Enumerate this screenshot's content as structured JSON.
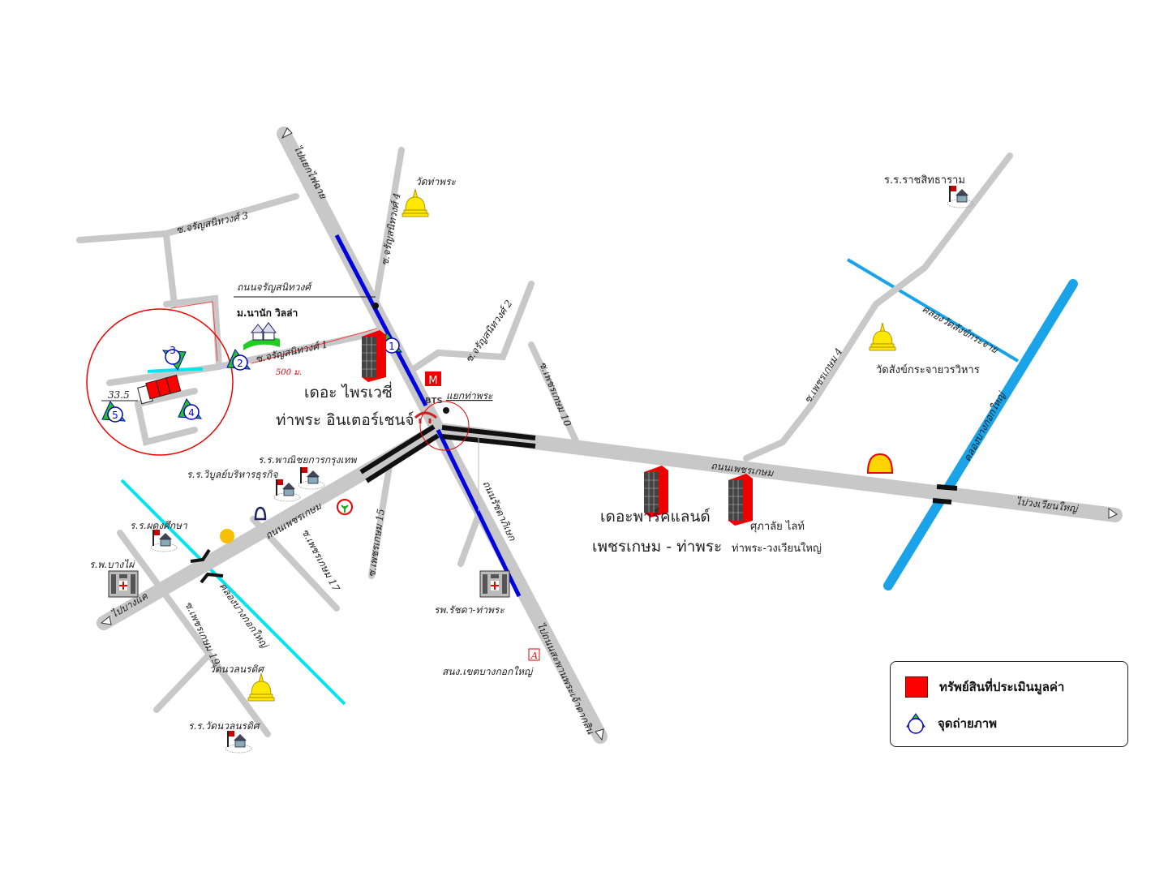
{
  "roads": {
    "charansanitwong_road": "ถนนจรัญสนิทวงศ์",
    "to_faichai": "ไปแยกไฟฉาย",
    "soi_3": "ซ.จรัญสนิทวงศ์ 3",
    "soi_4": "ซ.จรัญสนิทวงศ์ 4",
    "soi_2": "ซ.จรัญสนิทวงศ์ 2",
    "soi_1": "ซ.จรัญสนิทวงศ์ 1",
    "distance": "500 ม.",
    "frontage": "33.5",
    "phetkasem_road": "ถนนเพชรเกษม",
    "phetkasem_road_2": "ถนนเพชรเกษม",
    "phetkasem_10": "ซ.เพชรเกษม 10",
    "phetkasem_4": "ซ.เพชรเกษม 4",
    "phetkasem_15": "ซ.เพชรเกษม 15",
    "phetkasem_17": "ซ.เพชรเกษม 17",
    "phetkasem_19": "ซ.เพชรเกษม 19",
    "ratchadaphisek": "ถนนรัชดาภิเษก",
    "to_bangkhae": "ไปบางแค",
    "to_wongwian_yai": "ไปวงเวียนใหญ่",
    "to_tha_phra_bridge": "ไปถนนสะพานพระเจ้าตากสิน",
    "tha_phra_junction": "แยกท่าพระ"
  },
  "canals": {
    "bangkok_yai_left": "คลองบางกอกใหญ่",
    "bangkok_yai_right": "คลองบางกอกใหญ่",
    "wat_sangkrajai": "คลองวัดสังข์กระจาย"
  },
  "places": {
    "wat_tha_phra": "วัดท่าพระ",
    "nanak_villa": "ม.นานัก วิลล่า",
    "privacy_line1": "เดอะ ไพรเวซี่",
    "privacy_line2": "ท่าพระ อินเตอร์เชนจ์",
    "bts": "BTS",
    "school_ratchasittharam": "ร.ร.ราชสิทธาราม",
    "wat_sangkrajai": "วัดสังข์กระจายวรวิหาร",
    "parkland_line1": "เดอะพาร์คแลนด์",
    "parkland_line2": "เพชรเกษม - ท่าพระ",
    "supalai_line1": "ศุภาลัย ไลท์",
    "supalai_line2": "ท่าพระ-วงเวียนใหญ่",
    "school_phanitchayakan": "ร.ร.พาณิชยการกรุงเทพ",
    "school_wipoon": "ร.ร.วิบูลย์บริหารธุรกิจ",
    "school_phadoem": "ร.ร.ผดุงศึกษา",
    "hospital_bangphai": "ร.พ.บางไผ่",
    "hospital_ratchada": "รพ.รัชดา-ท่าพระ",
    "district_office_mark": "A",
    "district_office": "สนง.เขตบางกอกใหญ่",
    "wat_nuannoradit": "วัดนวลนรดิศ",
    "school_nuannoradit": "ร.ร.วัดนวลนรดิศ"
  },
  "photo_points": [
    "1",
    "2",
    "3",
    "4",
    "5"
  ],
  "legend": {
    "property": "ทรัพย์สินที่ประเมินมูลค่า",
    "photo_point": "จุดถ่ายภาพ"
  },
  "colors": {
    "road": "#c8c8c8",
    "expressway_blue": "#0000e0",
    "canal_light": "#00e5f0",
    "canal_blue": "#1aa3e8",
    "property": "#ff0000"
  }
}
